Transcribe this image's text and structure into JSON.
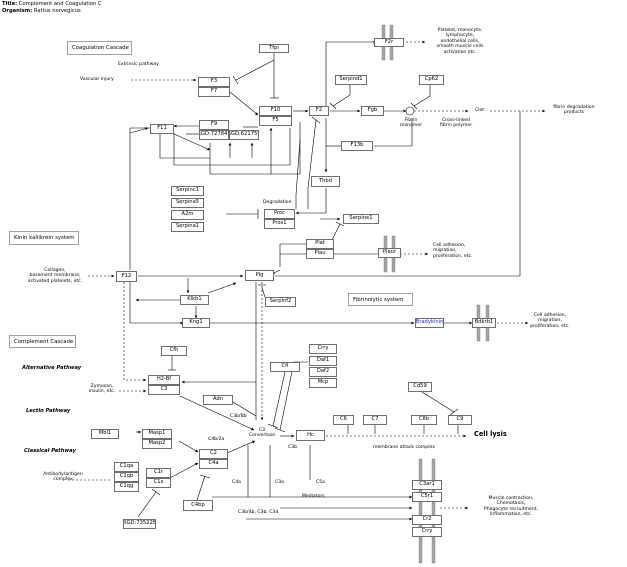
{
  "header": {
    "title_key": "Title:",
    "title_value": "Complement and Coagulation C",
    "organism_key": "Organism:",
    "organism_value": "Rattus norvegicus"
  },
  "sections": {
    "coagulation": "Coagulation Cascade",
    "kinin": "Kinin kallikrein system",
    "complement": "Complement Cascade",
    "fibrinolytic": "Fibrinolytic system"
  },
  "nodes": {
    "tfpi": "Tfpi",
    "f2r": "F2r",
    "f3": "F3",
    "f7": "F7",
    "serpind1": "Serpind1",
    "cp62": "Cp62",
    "f10": "F10",
    "f5": "F5",
    "f2": "F2",
    "fgb": "Fgb",
    "f11": "F11",
    "f9": "F9",
    "rgd727": "RGD:727847",
    "rgd621": "RGD:621759",
    "f13b": "F13b",
    "thbd": "Thbd",
    "serpinc1": "Serpinc1",
    "serpina5": "Serpina5",
    "a2m": "A2m",
    "serpina1": "Serpina1",
    "proc": "Proc",
    "pros1": "Pros1",
    "serpine1": "Serpine1",
    "plat": "Plat",
    "plau": "Plau",
    "plaur": "Plaur",
    "f12": "F12",
    "plg": "Plg",
    "klkb1": "Klkb1",
    "serpinf2": "Serpinf2",
    "kng1": "Kng1",
    "bradykinin": "Bradykinin",
    "bdkrb1": "Bdkrb1",
    "cfh": "Cfh",
    "h2bf": "H2-Bf",
    "c3": "C3",
    "adn": "Adn",
    "cfi": "Cfi",
    "crry": "Crry",
    "daf1": "Daf1",
    "daf2": "Daf2",
    "mcp": "Mcp",
    "cd59": "Cd59",
    "c6": "C6",
    "c7": "C7",
    "c8b": "C8b",
    "c9": "C9",
    "hc": "Hc",
    "mbl1": "Mbl1",
    "masp1": "Masp1",
    "masp2": "Masp2",
    "c2": "C2",
    "c4a": "C4a",
    "c1qa": "C1qa",
    "c1qb": "C1qb",
    "c1qg": "C1qg",
    "c1r": "C1r",
    "c1s": "C1s",
    "rgd735": "RGD:735225",
    "c4bp": "C4bp",
    "c3ar1": "C3ar1",
    "c5r1": "C5r1",
    "cr2": "Cr2",
    "crry2": "Crry"
  },
  "labels": {
    "extrinsic": "Extrinsic pathway",
    "vascular": "Vascular injury",
    "platelet": [
      "Platelet, monocyte,",
      "lymphocyte,",
      "endothelial cells,",
      "smooth muscle cells",
      "activation etc."
    ],
    "clot": "Clot",
    "fibrin_deg": [
      "fibrin degradation",
      "products"
    ],
    "fibrin_mono": [
      "Fibrin",
      "monomer"
    ],
    "crosslinked": [
      "Cross-linked",
      "fibrin polymer"
    ],
    "degradation": "Degradation",
    "collagen": [
      "Collagen,",
      "basement membrane,",
      "activated platelets, etc."
    ],
    "cell_adh1": [
      "Cell adhesion,",
      "migration,",
      "proliferation, etc."
    ],
    "cell_adh2": [
      "Cell adhesion,",
      "migration,",
      "proliferation, etc."
    ],
    "alt_path": "Alternative Pathway",
    "lectin_path": "Lectin Pathway",
    "classical_path": "Classical Pathway",
    "zymosan": [
      "Zymosan,",
      "insulin, etc."
    ],
    "antibody": [
      "Antibody/antigen",
      "complex"
    ],
    "c3bbb": "C3b/Bb",
    "c4b2a": "C4b/2a",
    "c3conv": [
      "C3",
      "Convertase"
    ],
    "c3b": "C3b",
    "cell_lysis": "Cell lysis",
    "mac": "membrane attack complex",
    "c4a_lbl": "C4a",
    "c3a_lbl": "C3a",
    "c5a_lbl": "C5a",
    "mediators": "Mediators",
    "c3b4b": "C3b/4b, C3b, C3d",
    "muscle": [
      "Muscle contraction,",
      "Chemotaxis,",
      "Phagocyte recruitment,",
      "Inflammation, etc."
    ]
  }
}
